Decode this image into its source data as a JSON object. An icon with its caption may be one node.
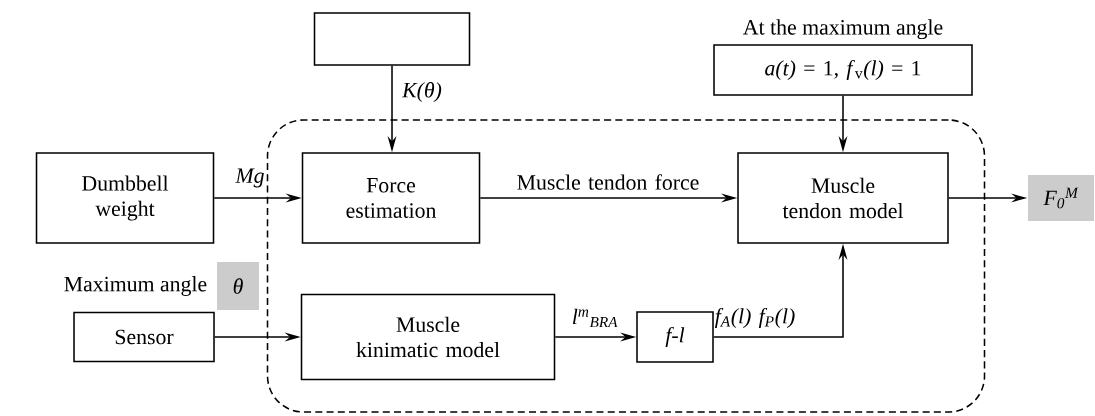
{
  "diagram": {
    "nodes": [
      {
        "text": [],
        "shape": "box"
      },
      {
        "text": [],
        "shape": "box"
      },
      {
        "text": [
          "At the maximum angle",
          "*a(t)* = 1, *f*$_{v}$*(l)* = 1"
        ]
      },
      {
        "text": [
          "Dumbbell weight"
        ]
      },
      {
        "text": [
          "Force estimation"
        ],
        "in": 0
      },
      {
        "text": [
          "Muscle tendon model"
        ],
        "in": 0
      },
      {
        "text": [
          "F$_{0}$$^{M}$"
        ]
      },
      {
        "text": [
          "θ"
        ],
        "beside": [
          "Maximum angle"
        ]
      },
      {
        "text": [
          "Sensor"
        ]
      },
      {
        "text": [
          "Muscle kinimatic model"
        ],
        "in": 0
      },
      {
        "text": [
          "f-l"
        ],
        "in": 0
      }
    ],
    "edges": [
      {
        "from": 1,
        "to": 4,
        "arrow": "to",
        "label": "K(θ)"
      },
      {
        "from": 2,
        "to": 5,
        "arrow": "to"
      },
      {
        "from": 3,
        "to": 4,
        "arrow": "to",
        "label": "Mg"
      },
      {
        "from": 4,
        "to": 5,
        "arrow": "to",
        "label": "Muscle tendon force"
      },
      {
        "from": 5,
        "to": 6,
        "arrow": "to"
      },
      {
        "from": 8,
        "to": 9,
        "arrow": "to"
      },
      {
        "from": 9,
        "to": 10,
        "arrow": "to",
        "label": "l$^{m}$$_{BRA}$"
      },
      {
        "from": 10,
        "to": 5,
        "arrow": "to",
        "label": "f$_{A}$(l) f$_{P}$(l)"
      }
    ]
  }
}
